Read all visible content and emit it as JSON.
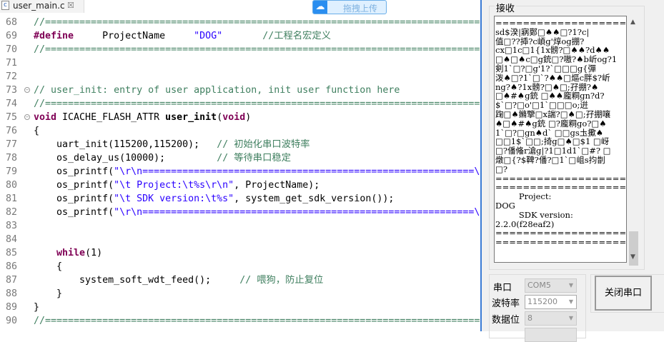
{
  "tab": {
    "filename": "user_main.c",
    "file_icon": "c-file-icon",
    "close": "☒"
  },
  "upload": {
    "label": "拖拽上传",
    "icon": "cloud-icon"
  },
  "code": [
    {
      "n": "68",
      "fold": false,
      "t": [
        [
          "c",
          "//============================================================================================="
        ]
      ]
    },
    {
      "n": "69",
      "fold": false,
      "t": [
        [
          "k",
          "#define"
        ],
        [
          "p",
          "     ProjectName     "
        ],
        [
          "s",
          "\"DOG\""
        ],
        [
          "p",
          "       "
        ],
        [
          "c",
          "//工程名宏定义"
        ]
      ]
    },
    {
      "n": "70",
      "fold": false,
      "t": [
        [
          "c",
          "//============================================================================================="
        ]
      ]
    },
    {
      "n": "71",
      "fold": false,
      "t": []
    },
    {
      "n": "72",
      "fold": false,
      "t": []
    },
    {
      "n": "73",
      "fold": true,
      "t": [
        [
          "c",
          "// user_init: entry of user application, init user function here"
        ]
      ]
    },
    {
      "n": "74",
      "fold": false,
      "t": [
        [
          "c",
          "//============================================================================================="
        ]
      ]
    },
    {
      "n": "75",
      "fold": true,
      "t": [
        [
          "k",
          "void"
        ],
        [
          "p",
          " ICACHE_FLASH_ATTR "
        ],
        [
          "b",
          "user_init"
        ],
        [
          "p",
          "("
        ],
        [
          "k",
          "void"
        ],
        [
          "p",
          ")"
        ]
      ]
    },
    {
      "n": "76",
      "fold": false,
      "t": [
        [
          "p",
          "{"
        ]
      ]
    },
    {
      "n": "77",
      "fold": false,
      "t": [
        [
          "p",
          "    uart_init(115200,115200);   "
        ],
        [
          "c",
          "// 初始化串口波特率"
        ]
      ]
    },
    {
      "n": "78",
      "fold": false,
      "t": [
        [
          "p",
          "    os_delay_us(10000);         "
        ],
        [
          "c",
          "// 等待串口稳定"
        ]
      ]
    },
    {
      "n": "79",
      "fold": false,
      "t": [
        [
          "p",
          "    os_printf("
        ],
        [
          "s",
          "\"\\r\\n==========================================================\\r"
        ]
      ]
    },
    {
      "n": "80",
      "fold": false,
      "t": [
        [
          "p",
          "    os_printf("
        ],
        [
          "s",
          "\"\\t Project:\\t%s\\r\\n\""
        ],
        [
          "p",
          ", ProjectName);"
        ]
      ]
    },
    {
      "n": "81",
      "fold": false,
      "t": [
        [
          "p",
          "    os_printf("
        ],
        [
          "s",
          "\"\\t SDK version:\\t%s\""
        ],
        [
          "p",
          ", system_get_sdk_version());"
        ]
      ]
    },
    {
      "n": "82",
      "fold": false,
      "t": [
        [
          "p",
          "    os_printf("
        ],
        [
          "s",
          "\"\\r\\n==========================================================\\r"
        ]
      ]
    },
    {
      "n": "83",
      "fold": false,
      "t": []
    },
    {
      "n": "84",
      "fold": false,
      "t": []
    },
    {
      "n": "85",
      "fold": false,
      "t": [
        [
          "p",
          "    "
        ],
        [
          "k",
          "while"
        ],
        [
          "p",
          "(1)"
        ]
      ]
    },
    {
      "n": "86",
      "fold": false,
      "t": [
        [
          "p",
          "    {"
        ]
      ]
    },
    {
      "n": "87",
      "fold": false,
      "t": [
        [
          "p",
          "        system_soft_wdt_feed();     "
        ],
        [
          "c",
          "// 喂狗，防止复位"
        ]
      ]
    },
    {
      "n": "88",
      "fold": false,
      "t": [
        [
          "p",
          "    }"
        ]
      ]
    },
    {
      "n": "89",
      "fold": false,
      "t": [
        [
          "p",
          "}"
        ]
      ]
    },
    {
      "n": "90",
      "fold": false,
      "t": [
        [
          "c",
          "//============================================================================================="
        ]
      ]
    }
  ],
  "receive": {
    "label": "接收",
    "text": "=======================\nsd$湀|寎鄚□♠♠□?1?c|\n值□??揷?c崸g'焞og掤?\ncx□1c□1{1x髈?□♠♠?d♠♠\n□♠□♠c□g銃□?嗷?♠b岓og?1\n剣1`□?□g'1?`□□□g{彈\n泼♠□?1`□`?♠♠□熰c胖$?岓\nng?♠?1x髈?□♠□;孖掤?♠\n□♠#♠g銃 □♠♠龐粡gn?d?\n$`□?□o'□1`□□□o;逬\n踘□♠鏅擥□x諯?□♠□;孖掤嚷\n♠□♠#♠g銃 □?龐粡go?□♠\n1`□?□gn♠d` □□gs圡擹♠\n□□1$`□□;掎g□♠□$1 □岈\n□?僠偹r滄g|?1□1d1`□#? □\n燉□{?$鞞?僠?□1`□岨s抣剒\n□?\n=========================\n=======================\n         Project:\nDOG\n         SDK version:\n2.2.0(f28eaf2)\n=========================\n======================="
  },
  "settings": {
    "port": {
      "label": "串口",
      "value": "COM5"
    },
    "baud": {
      "label": "波特率",
      "value": "115200"
    },
    "databits": {
      "label": "数据位",
      "value": "8"
    },
    "close_button": "关闭串口"
  }
}
